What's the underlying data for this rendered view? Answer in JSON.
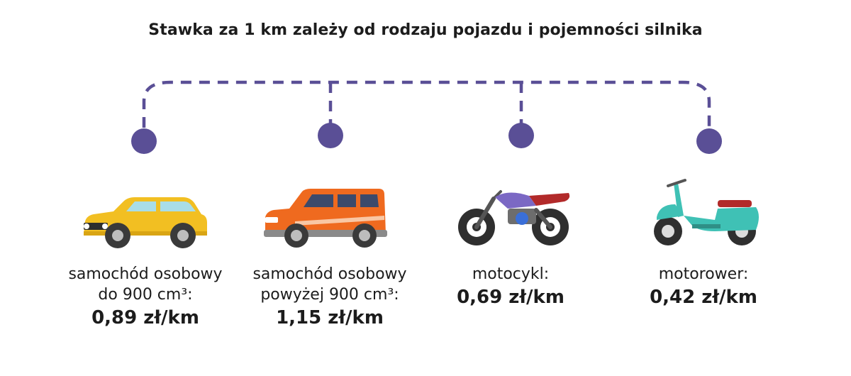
{
  "title": "Stawka za 1 km zależy od rodzaju pojazdu i pojemności silnika",
  "colors": {
    "connector": "#5a4f96",
    "text": "#1c1c1c"
  },
  "items": [
    {
      "icon": "yellow-car-icon",
      "line1": "samochód osobowy",
      "line2": "do 900 cm³:",
      "price": "0,89 zł/km"
    },
    {
      "icon": "orange-suv-icon",
      "line1": "samochód osobowy",
      "line2": "powyżej 900 cm³:",
      "price": "1,15 zł/km"
    },
    {
      "icon": "motorcycle-icon",
      "line1": "motocykl:",
      "price": "0,69 zł/km"
    },
    {
      "icon": "scooter-icon",
      "line1": "motorower:",
      "price": "0,42 zł/km"
    }
  ]
}
